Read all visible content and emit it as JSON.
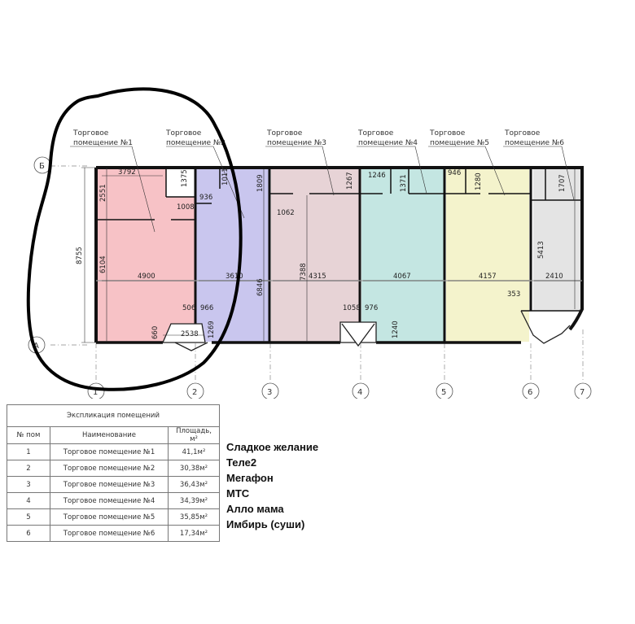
{
  "plan": {
    "rooms": [
      {
        "label_line1": "Торговое",
        "label_line2": "помещение №1",
        "fill": "#f7c2c6"
      },
      {
        "label_line1": "Торговое",
        "label_line2": "помещение №2",
        "fill": "#c9c6ee"
      },
      {
        "label_line1": "Торговое",
        "label_line2": "помещение №3",
        "fill": "#e7d3d6"
      },
      {
        "label_line1": "Торговое",
        "label_line2": "помещение №4",
        "fill": "#c4e6e2"
      },
      {
        "label_line1": "Торговое",
        "label_line2": "помещение №5",
        "fill": "#f4f3cc"
      },
      {
        "label_line1": "Торговое",
        "label_line2": "помещение №6",
        "fill": "#e4e4e4"
      }
    ],
    "axes_letters": [
      "Б",
      "А"
    ],
    "axes_numbers": [
      "1",
      "2",
      "3",
      "4",
      "5",
      "6",
      "7"
    ],
    "dimensions": {
      "d8755": "8755",
      "d3792": "3792",
      "d2551": "2551",
      "d1375": "1375",
      "d936": "936",
      "d1008": "1008",
      "d1011": "1011",
      "d1809": "1809",
      "d1062": "1062",
      "d1267": "1267",
      "d1246": "1246",
      "d1371": "1371",
      "d946": "946",
      "d1280": "1280",
      "d1707": "1707",
      "d6104": "6104",
      "d4900": "4900",
      "d3610": "3610",
      "d6846": "6846",
      "d7388": "7388",
      "d4315": "4315",
      "d4067": "4067",
      "d4157": "4157",
      "d5413": "5413",
      "d2410": "2410",
      "d506": "506",
      "d966": "966",
      "d1058": "1058",
      "d976": "976",
      "d353": "353",
      "d2538": "2538",
      "d1269": "1269",
      "d1240": "1240",
      "d660": "660"
    }
  },
  "legend": {
    "caption": "Экспликация помещений",
    "headers": {
      "num": "№ пом",
      "name": "Наименование",
      "area": "Площадь, м²"
    },
    "rows": [
      {
        "num": "1",
        "name": "Торговое помещение №1",
        "area": "41,1м²"
      },
      {
        "num": "2",
        "name": "Торговое помещение №2",
        "area": "30,38м²"
      },
      {
        "num": "3",
        "name": "Торговое помещение №3",
        "area": "36,43м²"
      },
      {
        "num": "4",
        "name": "Торговое помещение №4",
        "area": "34,39м²"
      },
      {
        "num": "5",
        "name": "Торговое помещение №5",
        "area": "35,85м²"
      },
      {
        "num": "6",
        "name": "Торговое помещение №6",
        "area": "17,34м²"
      }
    ]
  },
  "tenants": [
    "Сладкое желание",
    "Теле2",
    "Мегафон",
    "МТС",
    "Алло мама",
    "Имбирь (суши)"
  ],
  "colors": {
    "wall": "#111111",
    "marker": "#000000",
    "grid": "#888888"
  }
}
